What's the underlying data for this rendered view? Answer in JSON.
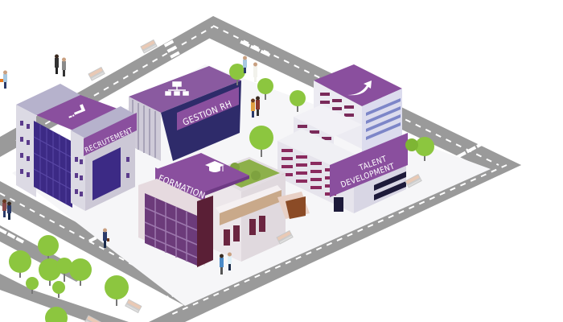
{
  "scene": {
    "title": "Isometric HR campus illustration",
    "colors": {
      "background": "#ffffff",
      "road": "#9a9a9a",
      "road_marking": "#ffffff",
      "sidewalk": "#f4f4f6",
      "brand_purple": "#8a4f9e",
      "purple_dark": "#6e3a84",
      "building_light": "#e6e4ec",
      "building_shadow": "#b9b5c6",
      "glass": "#4a2f86",
      "tree": "#8cc63f",
      "bench": "#e9c9b5"
    }
  },
  "buildings": [
    {
      "id": "recrutement",
      "label": "RECRUTEMENT",
      "roof_icon": "hiring-hand-icon"
    },
    {
      "id": "gestion-rh",
      "label": "GESTION RH",
      "roof_icon": "org-chart-icon"
    },
    {
      "id": "formation",
      "label": "FORMATION",
      "roof_icon": "graduation-cap-icon"
    },
    {
      "id": "talent-development",
      "label": "TALENT\nDEVELOPMENT",
      "label_line1": "TALENT",
      "label_line2": "DEVELOPMENT",
      "roof_icon": "growth-arrow-icon"
    }
  ]
}
